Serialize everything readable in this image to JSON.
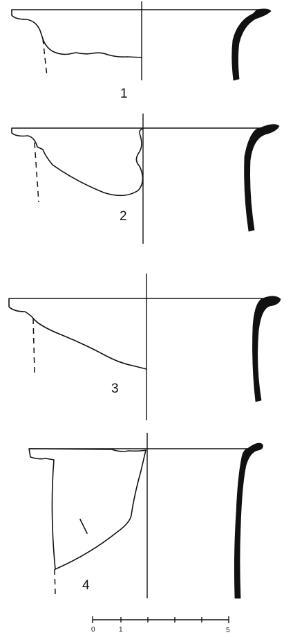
{
  "figures": [
    {
      "number": "1"
    },
    {
      "number": "2"
    },
    {
      "number": "3"
    },
    {
      "number": "4"
    }
  ],
  "scale_bar": {
    "labels": [
      "0",
      "1",
      "5"
    ]
  }
}
